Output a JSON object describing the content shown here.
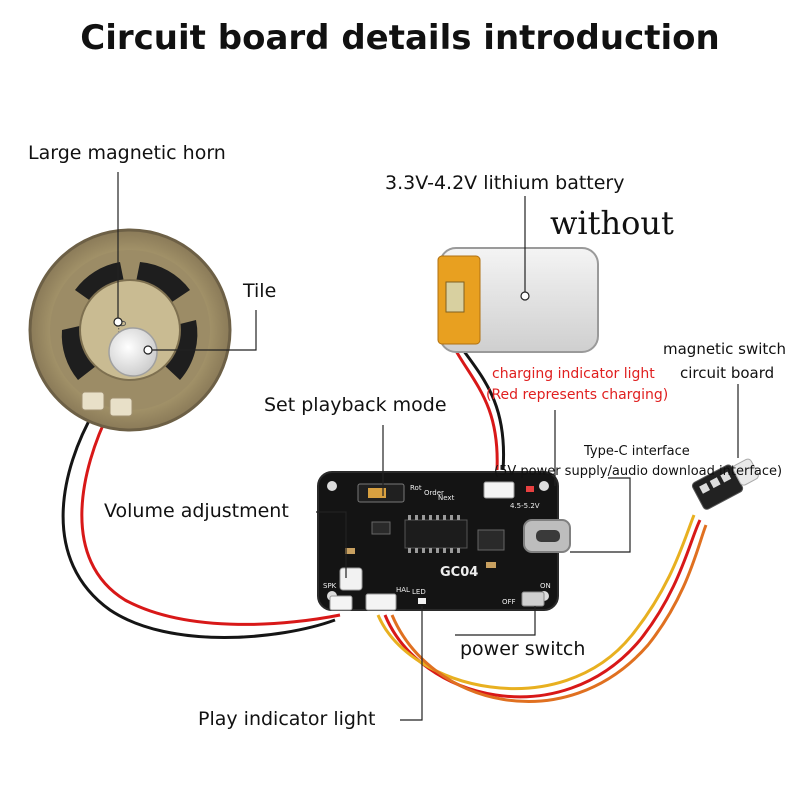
{
  "title": "Circuit board details introduction",
  "labels": {
    "speaker": "Large magnetic horn",
    "tile": "Tile",
    "battery": "3.3V-4.2V lithium battery",
    "without": "without",
    "charging_line1": "charging indicator light",
    "charging_line2": "(Red represents charging)",
    "magnetic_line1": "magnetic switch",
    "magnetic_line2": "circuit board",
    "typec_line1": "Type-C interface",
    "typec_line2": "(5V power supply/audio download interface)",
    "playback_mode": "Set playback mode",
    "volume": "Volume adjustment",
    "power_switch": "power switch",
    "play_light": "Play indicator light"
  },
  "speaker_print": "0.5W",
  "board": {
    "model": "GC04",
    "modes": [
      "Rot",
      "Order",
      "Next"
    ],
    "voltage": "4.5-5.2V",
    "spk": "SPK",
    "hal": "HAL",
    "led": "LED",
    "on": "ON",
    "off": "OFF"
  },
  "colors": {
    "wire_red": "#d81818",
    "wire_black": "#151515",
    "wire_yellow": "#e8b020",
    "wire_orange": "#e07020",
    "board": "#141414",
    "charging_text": "#e02020"
  }
}
